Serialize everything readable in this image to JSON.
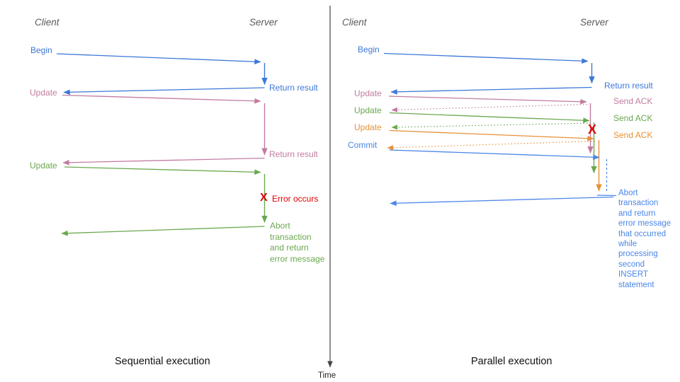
{
  "colors": {
    "blue": "#3c78d8",
    "light_blue": "#4a86e8",
    "pink": "#c27ba0",
    "green": "#6aa84f",
    "orange": "#e69138",
    "red": "#e00000",
    "header_gray": "#5a5a5a",
    "axis_gray": "#444444"
  },
  "left": {
    "title": "Sequential execution",
    "headers": {
      "client": "Client",
      "server": "Server"
    },
    "labels": {
      "begin": "Begin",
      "return_result_1": "Return result",
      "update_1": "Update",
      "return_result_2": "Return result",
      "update_2": "Update",
      "error_mark": "X",
      "error_occurs": "Error occurs",
      "abort": "Abort\ntransaction\nand return\nerror message"
    }
  },
  "right": {
    "title": "Parallel execution",
    "headers": {
      "client": "Client",
      "server": "Server"
    },
    "labels": {
      "begin": "Begin",
      "return_result": "Return result",
      "update_1": "Update",
      "send_ack_1": "Send ACK",
      "update_2": "Update",
      "send_ack_2": "Send ACK",
      "update_3": "Update",
      "send_ack_3": "Send ACK",
      "commit": "Commit",
      "error_mark": "X",
      "abort": "Abort\ntransaction\nand return\nerror message\nthat occurred\nwhile\nprocessing\nsecond\nINSERT\nstatement"
    }
  },
  "time_axis": {
    "label": "Time"
  }
}
